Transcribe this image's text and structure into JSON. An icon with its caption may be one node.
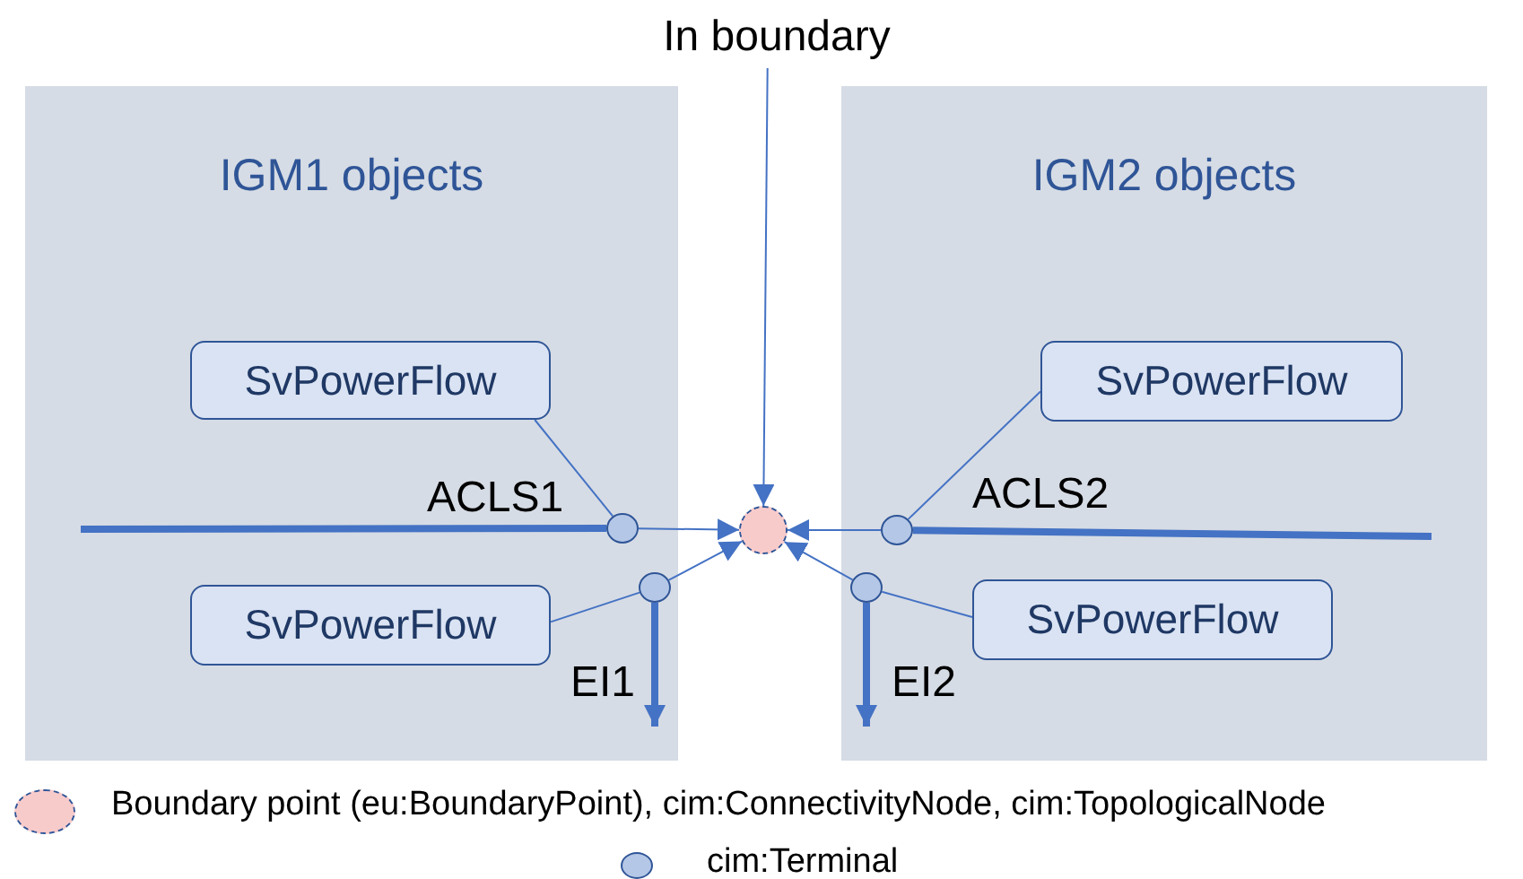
{
  "diagram": {
    "nodes": [
      {
        "text": [
          "In boundary"
        ]
      },
      {
        "text": [
          "IGM1 objects"
        ]
      },
      {
        "text": [
          "SvPowerFlow"
        ],
        "in": 1
      },
      {
        "text": [],
        "shape": "circle",
        "in": 1
      },
      {
        "text": [],
        "shape": "circle",
        "in": 1
      },
      {
        "text": [
          "SvPowerFlow"
        ],
        "in": 1
      },
      {
        "text": [
          "IGM2 objects"
        ]
      },
      {
        "text": [
          "SvPowerFlow"
        ],
        "in": 6
      },
      {
        "text": [],
        "shape": "circle",
        "in": 6
      },
      {
        "text": [],
        "shape": "circle",
        "in": 6
      },
      {
        "text": [
          "SvPowerFlow"
        ],
        "in": 6
      },
      {
        "text": [],
        "shape": "circle"
      }
    ],
    "edges": [
      {
        "from": 0,
        "to": 11,
        "arrow": "to"
      },
      {
        "from": 2,
        "to": 3,
        "arrow": "none"
      },
      {
        "from": 3,
        "to": 11,
        "arrow": "to"
      },
      {
        "from": 3,
        "to": null,
        "arrow": "none",
        "label": "ACLS1",
        "style": "thick"
      },
      {
        "from": 5,
        "to": 4,
        "arrow": "none"
      },
      {
        "from": 4,
        "to": 11,
        "arrow": "to"
      },
      {
        "from": 4,
        "to": null,
        "arrow": "to",
        "label": "EI1",
        "style": "thick"
      },
      {
        "from": 7,
        "to": 8,
        "arrow": "none"
      },
      {
        "from": 8,
        "to": 11,
        "arrow": "to"
      },
      {
        "from": 8,
        "to": null,
        "arrow": "none",
        "label": "ACLS2",
        "style": "thick"
      },
      {
        "from": 10,
        "to": 9,
        "arrow": "none"
      },
      {
        "from": 9,
        "to": 11,
        "arrow": "to"
      },
      {
        "from": 9,
        "to": null,
        "arrow": "to",
        "label": "EI2",
        "style": "thick"
      }
    ],
    "legend": [
      {
        "text": "Boundary point (eu:BoundaryPoint), cim:ConnectivityNode, cim:TopologicalNode"
      },
      {
        "text": "cim:Terminal"
      }
    ]
  }
}
